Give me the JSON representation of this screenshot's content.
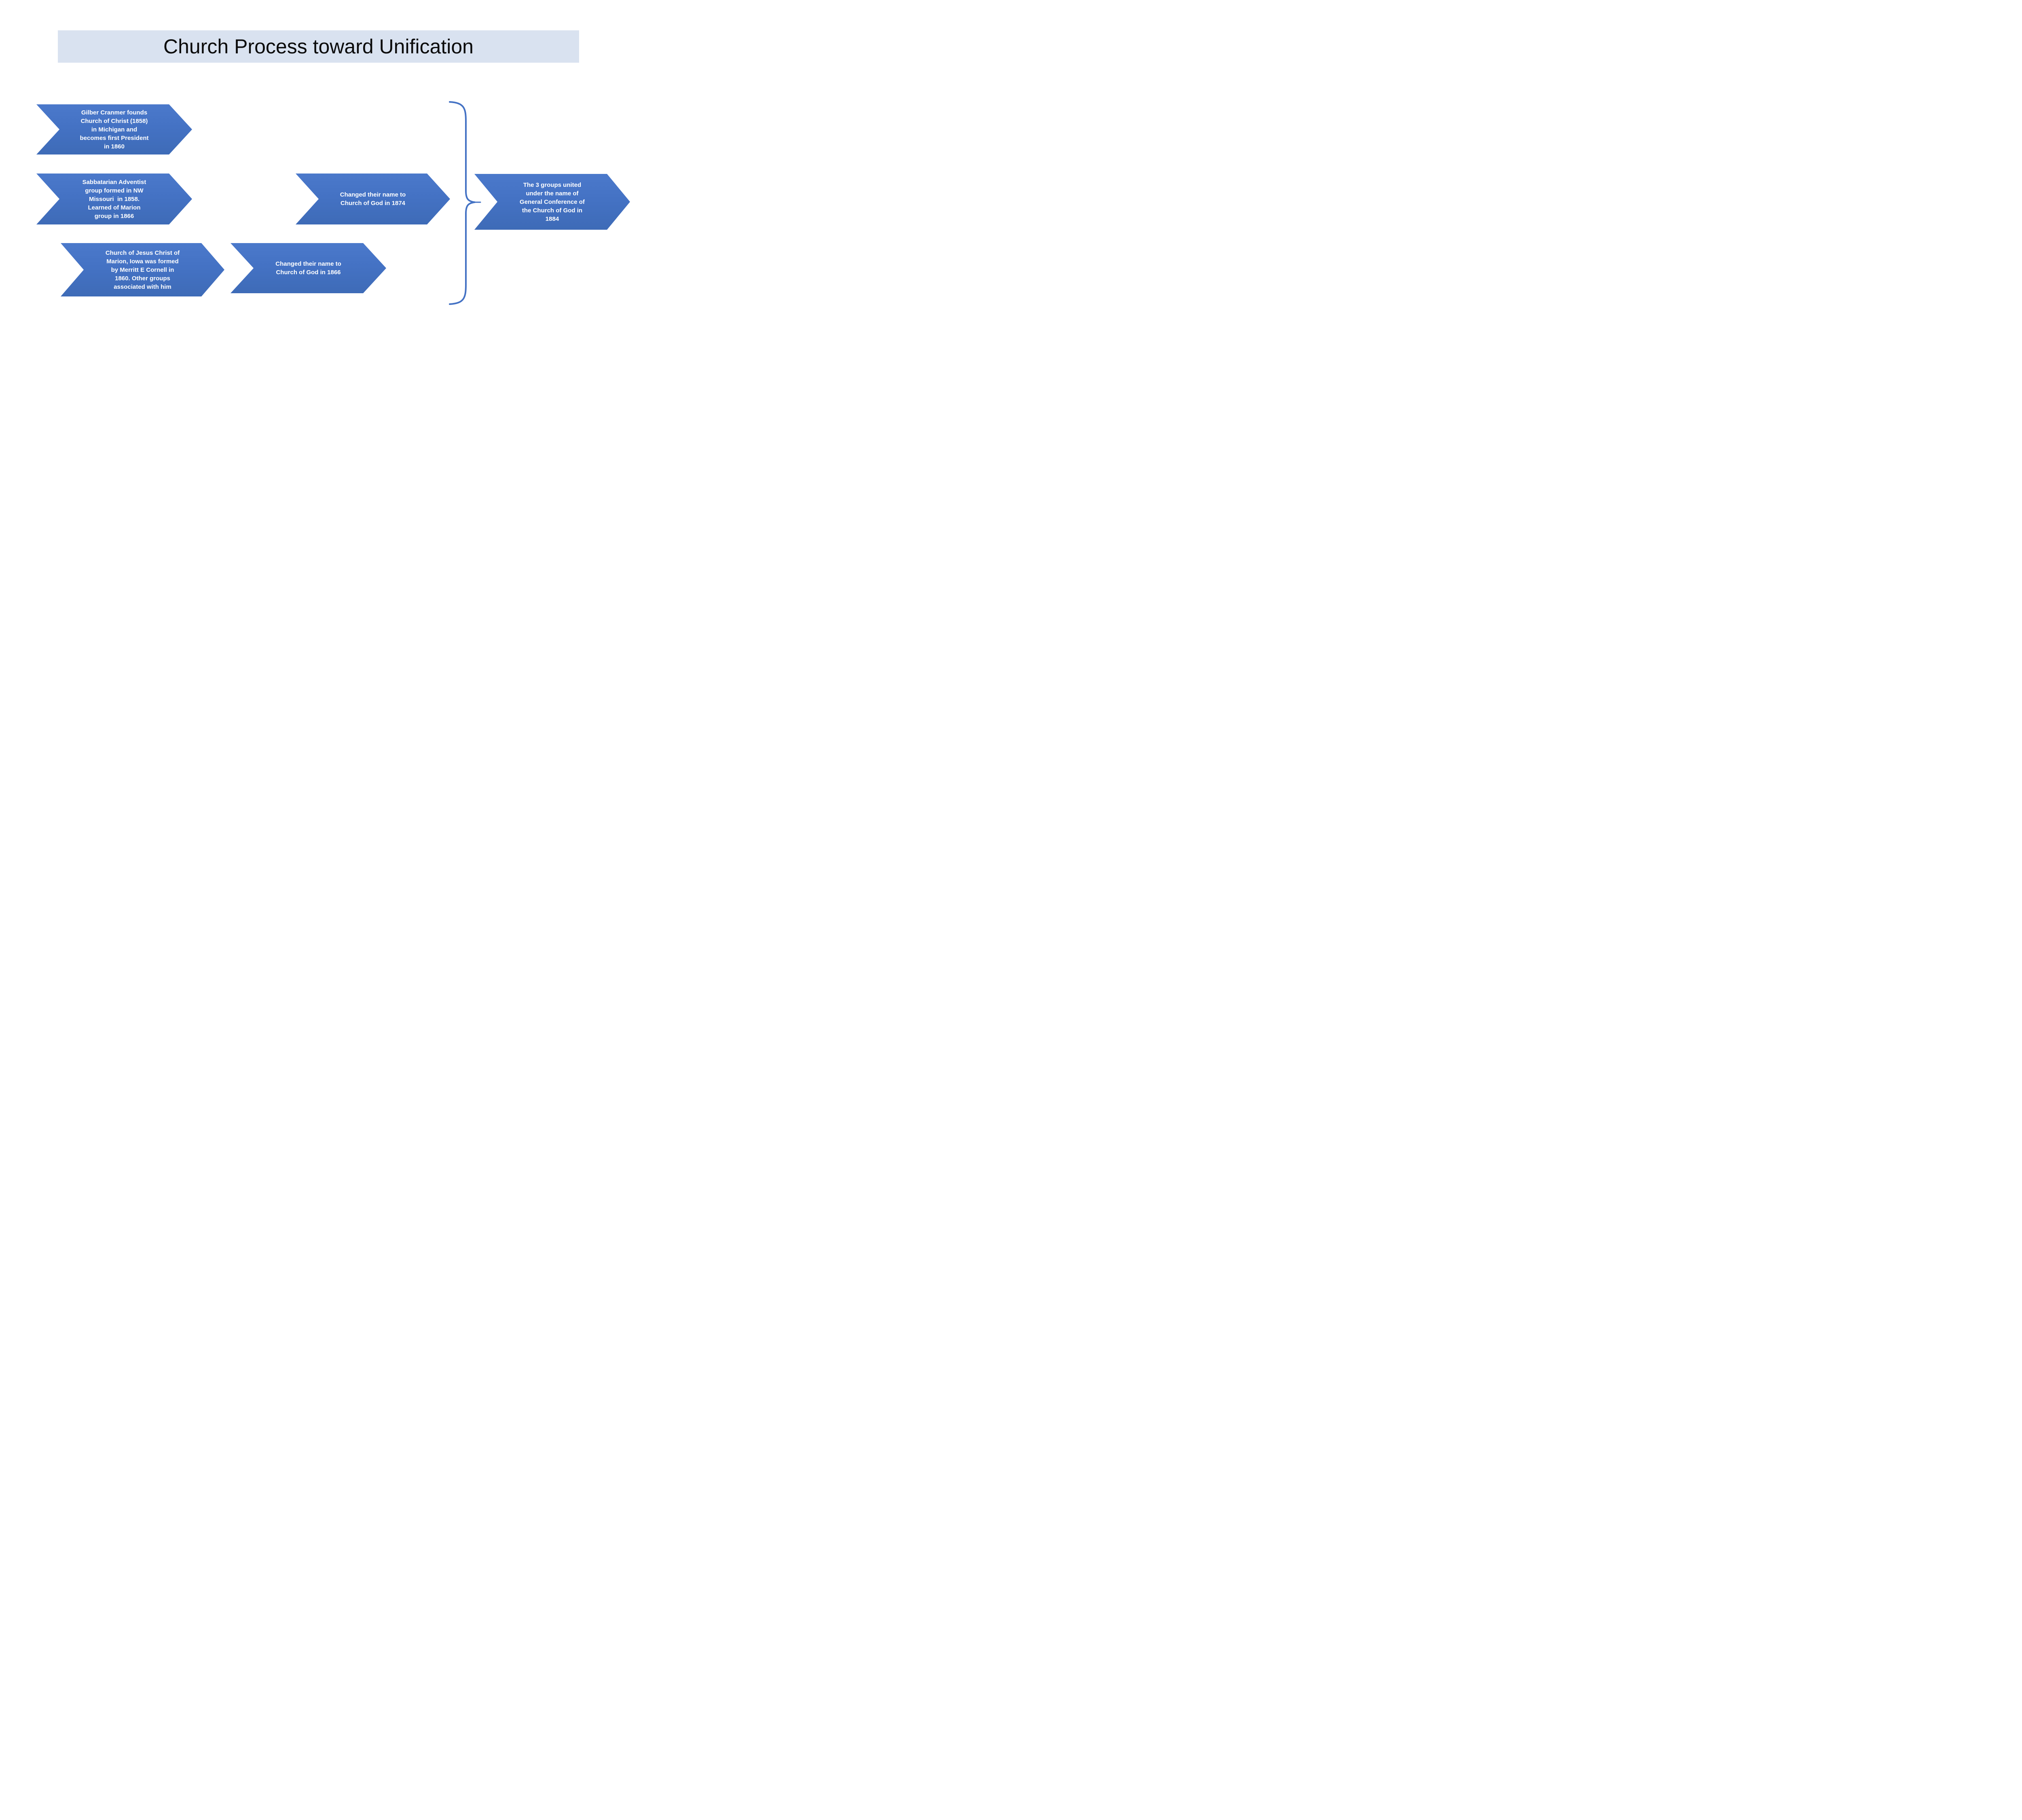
{
  "title": {
    "text": "Church Process toward Unification"
  },
  "colors": {
    "page_bg": "#FFFFFF",
    "banner_bg": "#D9E2F0",
    "title_color": "#0B0B0B",
    "arrow_fill": "#4472C4",
    "arrow_text": "#FFFFFF",
    "brace_stroke": "#4472C4"
  },
  "arrows": {
    "cranmer": {
      "text": "Gilber Cranmer founds\nChurch of Christ (1858)\nin Michigan and\nbecomes first President\nin 1860"
    },
    "sabbatarian": {
      "text": "Sabbatarian Adventist\ngroup formed in NW\nMissouri  in 1858.\nLearned of Marion\ngroup in 1866"
    },
    "marion": {
      "text": "Church of Jesus Christ of\nMarion, Iowa was formed\nby Merritt E Cornell in\n1860. Other groups\nassociated with him"
    },
    "renamed1866": {
      "text": "Changed their name to\nChurch of God in 1866"
    },
    "renamed1874": {
      "text": "Changed their name to\nChurch of God in 1874"
    },
    "united1884": {
      "text": "The 3 groups united\nunder the name of\nGeneral Conference of\nthe Church of God in\n1884"
    }
  }
}
